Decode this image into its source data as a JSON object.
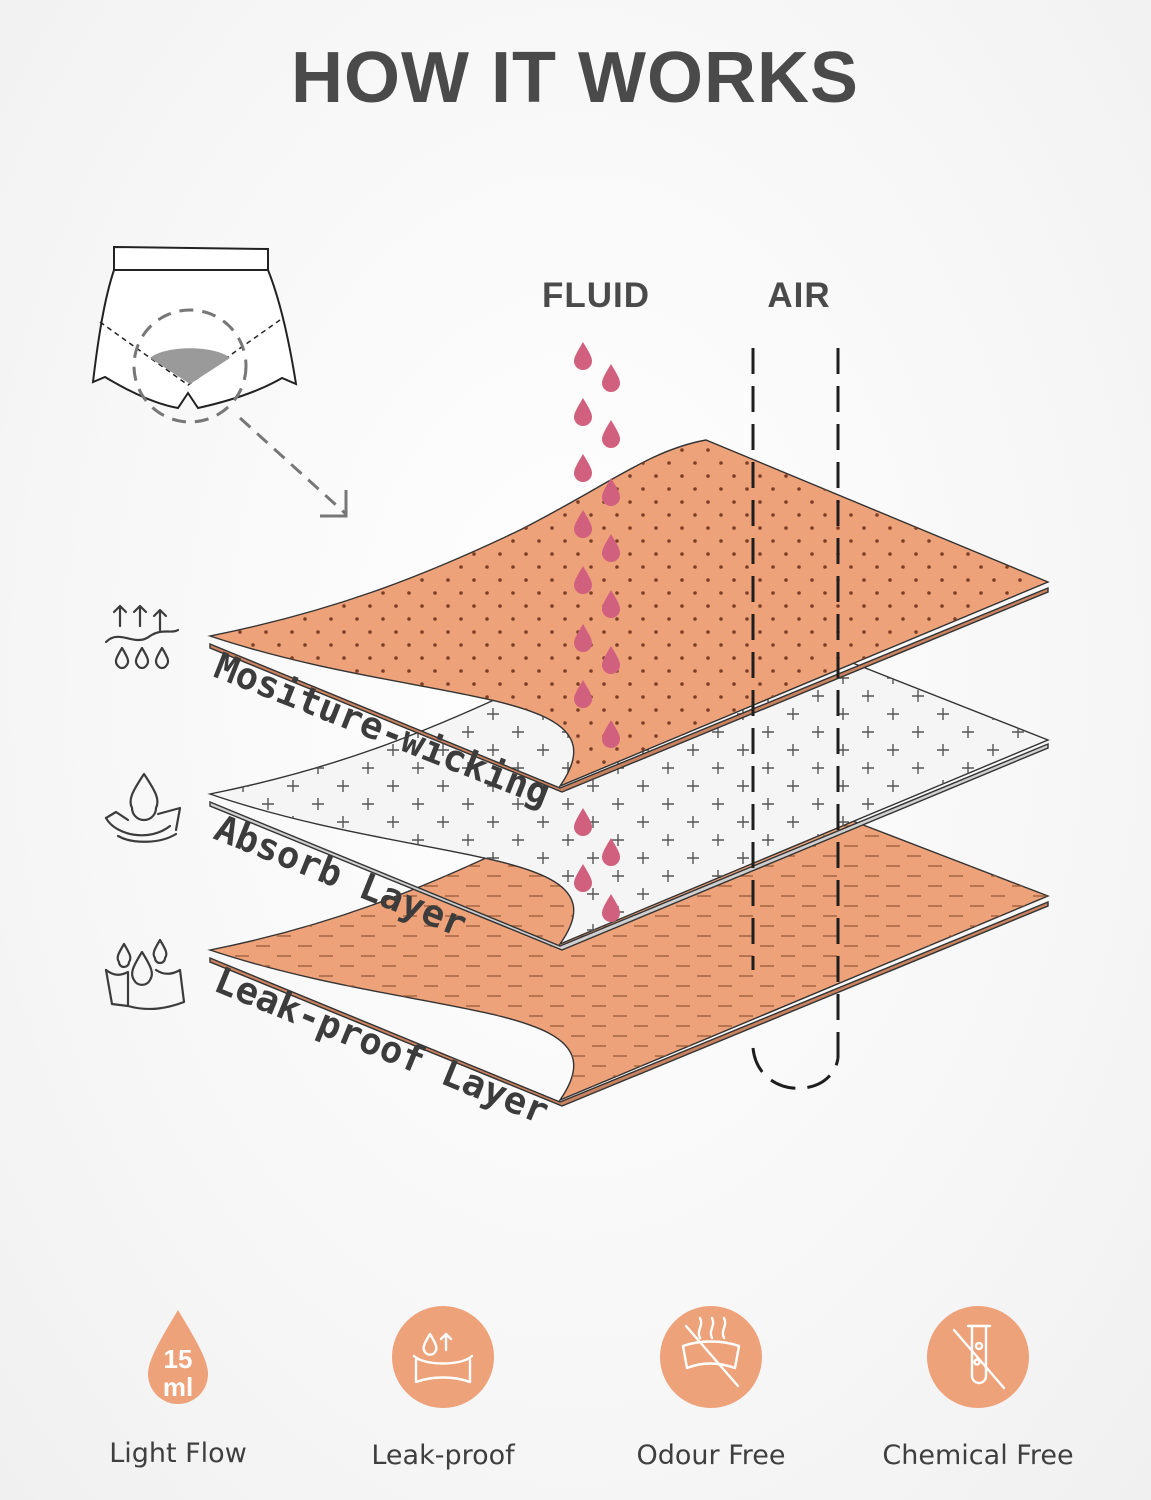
{
  "title": "HOW IT WORKS",
  "labels": {
    "fluid": "FLUID",
    "air": "AIR"
  },
  "layers": [
    {
      "name": "Mositure-wicking",
      "icon": "evaporation-icon",
      "color": "#eda27a"
    },
    {
      "name": "Absorb Layer",
      "icon": "absorb-drop-icon",
      "color": "#f4f4f4"
    },
    {
      "name": "Leak-proof Layer",
      "icon": "leakproof-drops-icon",
      "color": "#eda27a"
    }
  ],
  "features": [
    {
      "label": "Light Flow",
      "icon": "drop-15ml-icon",
      "badge_top": "15",
      "badge_bottom": "ml"
    },
    {
      "label": "Leak-proof",
      "icon": "leakproof-circle-icon"
    },
    {
      "label": "Odour Free",
      "icon": "odour-free-icon"
    },
    {
      "label": "Chemical Free",
      "icon": "chemical-free-icon"
    }
  ],
  "colors": {
    "accent": "#eda27a",
    "drop": "#d1607e",
    "text": "#4a4a4a"
  }
}
